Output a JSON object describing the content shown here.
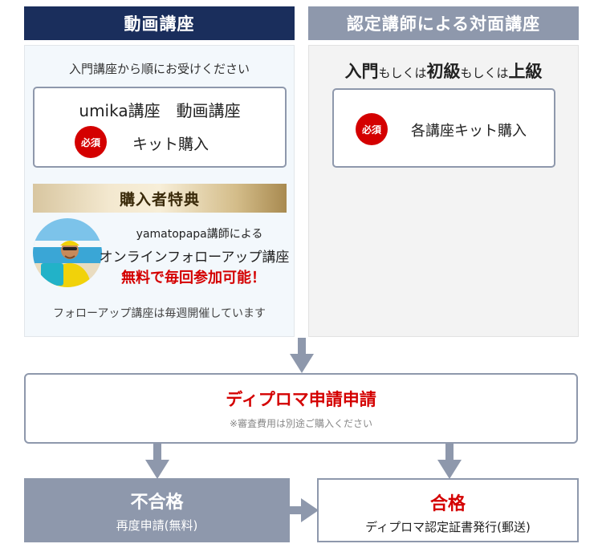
{
  "left_column": {
    "header": "動画講座",
    "intro": "入門講座から順にお受けください",
    "box_title": "umika講座　動画講座",
    "required_badge": "必須",
    "kit_label": "キット購入",
    "bonus_header": "購入者特典",
    "promo_line1": "yamatopapa講師による",
    "promo_line2": "オンラインフォローアップ講座",
    "promo_line3": "無料で毎回参加可能！",
    "followup_note": "フォローアップ講座は毎週開催しています"
  },
  "right_column": {
    "header": "認定講師による対面講座",
    "level_1": "入門",
    "sep_1": "もしくは",
    "level_2": "初級",
    "sep_2": "もしくは",
    "level_3": "上級",
    "required_badge": "必須",
    "kit_label": "各講座キット購入"
  },
  "diploma": {
    "title": "ディプロマ申請申請",
    "note": "※審査費用は別途ご購入ください"
  },
  "fail": {
    "title": "不合格",
    "sub": "再度申請(無料)"
  },
  "pass": {
    "title": "合格",
    "sub": "ディプロマ認定証書発行(郵送)"
  },
  "colors": {
    "navy": "#1a2e5c",
    "slate": "#8e98ac",
    "red": "#d40000"
  }
}
